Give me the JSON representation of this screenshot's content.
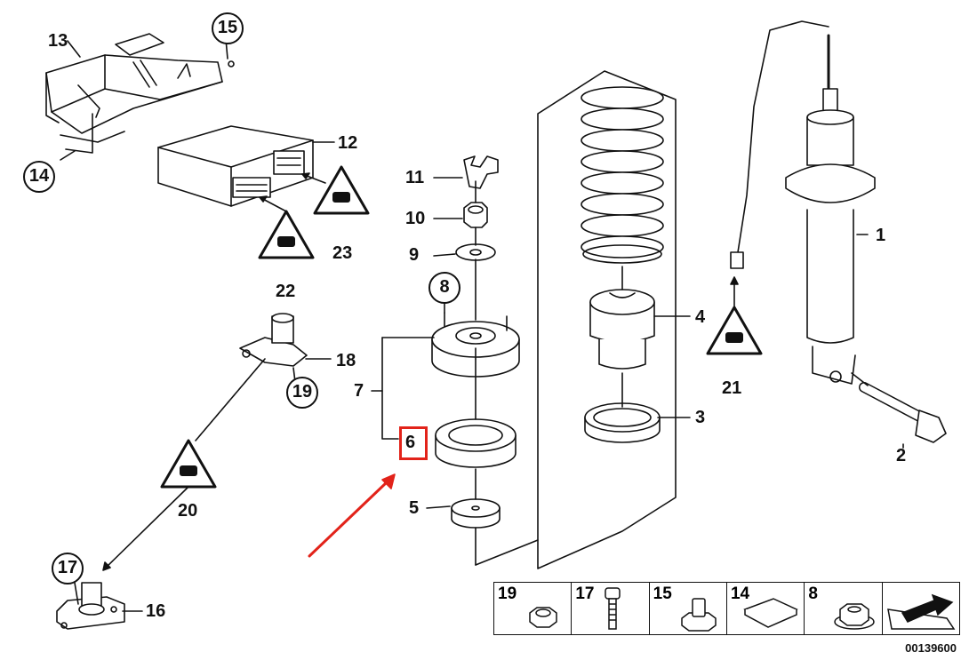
{
  "diagram": {
    "callouts": {
      "c1": "1",
      "c2": "2",
      "c3": "3",
      "c4": "4",
      "c5": "5",
      "c6": "6",
      "c7": "7",
      "c9": "9",
      "c10": "10",
      "c11": "11",
      "c12": "12",
      "c13": "13",
      "c16": "16",
      "c18": "18",
      "c20": "20",
      "c21": "21",
      "c22": "22",
      "c23": "23"
    },
    "circled": {
      "c8": "8",
      "c14": "14",
      "c15": "15",
      "c17": "17",
      "c19": "19"
    },
    "highlighted_part": "6",
    "highlight_color": "#e2231a",
    "arrow_color": "#e2231a"
  },
  "legend": {
    "items": [
      {
        "number": "19",
        "icon": "hex-nut-icon"
      },
      {
        "number": "17",
        "icon": "screw-icon"
      },
      {
        "number": "15",
        "icon": "weld-nut-icon"
      },
      {
        "number": "14",
        "icon": "clip-icon"
      },
      {
        "number": "8",
        "icon": "flange-nut-icon"
      }
    ],
    "last_icon": "arrow-direction-icon"
  },
  "reference_number": "00139600"
}
